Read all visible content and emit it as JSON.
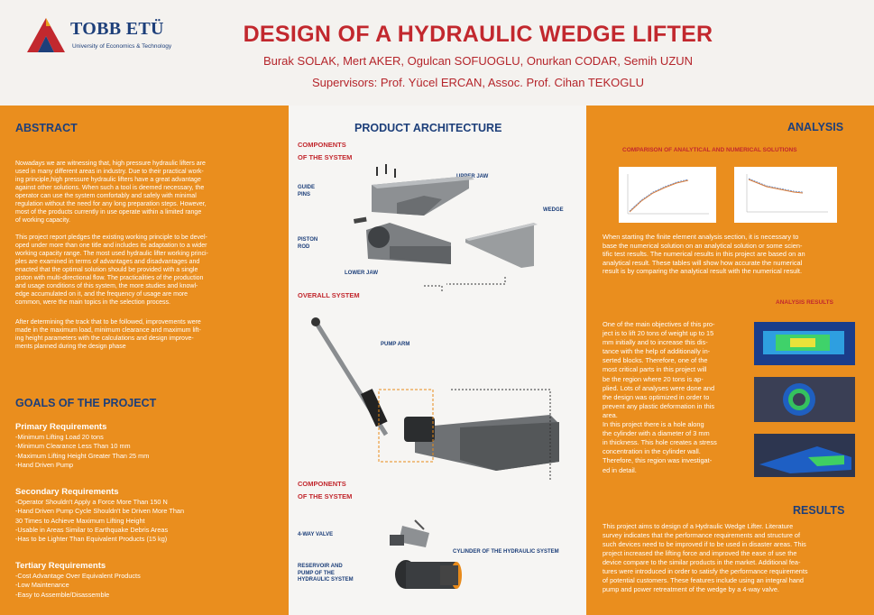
{
  "header": {
    "logo_name": "TOBB ETÜ",
    "logo_subtitle": "University of Economics & Technology",
    "title": "DESIGN OF A HYDRAULIC WEDGE LIFTER",
    "authors": "Burak SOLAK, Mert AKER, Ogulcan SOFUOGLU, Onurkan CODAR, Semih UZUN",
    "supervisors": "Supervisors: Prof. Yücel ERCAN, Assoc. Prof. Cihan TEKOGLU"
  },
  "abstract": {
    "heading": "ABSTRACT",
    "p1_lines": [
      "Nowadays we are witnessing that, high pressure hydraulic lifters are",
      "used in many different areas in industry. Due to their practical work-",
      "ing principle,high pressure hydraulic lifters have a great advantage",
      "against other solutions. When such a tool is deemed necessary, the",
      "operator can use the system comfortably and safely with minimal",
      "regulation without the need for any long preparation steps. However,",
      "most of the products currently in use operate within a limited range",
      "of working capacity."
    ],
    "p2_lines": [
      "This project report pledges the existing working principle to be devel-",
      "oped under more than one title and includes its adaptation to a wider",
      "working capacity range. The most used hydraulic lifter working princi-",
      "ples are examined in terms of advantages and disadvantages and",
      "enacted that the optimal solution should be provided with a single",
      "piston with multi-directional flow. The practicalities of the production",
      "and usage conditions of this system, the more studies and knowl-",
      "edge accumulated on it, and the frequency of usage are more",
      "common, were the main topics in the selection process."
    ],
    "p3_lines": [
      "After determining the track that to be followed, improvements were",
      "made in the maximum load, minimum clearance and maximum lift-",
      "ing height parameters with the calculations and design improve-",
      "ments planned during the design phase"
    ]
  },
  "goals": {
    "heading": "GOALS OF THE PROJECT",
    "primary": {
      "title": "Primary Requirements",
      "items": [
        "-Minimum Lifting Load 20 tons",
        "-Minimum Clearance Less Than 10 mm",
        "-Maximum Lifting Height Greater Than 25 mm",
        "-Hand Driven Pump"
      ]
    },
    "secondary": {
      "title": "Secondary Requirements",
      "items": [
        "-Operator Shouldn't Apply a Force More Than 150 N",
        "-Hand Driven Pump Cycle Shouldn't be Driven More Than",
        "30 Times to Achieve Maximum Lifting Height",
        "-Usable in Areas Similar to Earthquake Debris Areas",
        "-Has to be Lighter Than Equivalent Products (15 kg)"
      ]
    },
    "tertiary": {
      "title": "Tertiary Requirements",
      "items": [
        "-Cost Advantage Over Equivalent Products",
        "-Low Maintenance",
        "-Easy to Assemble/Disassemble"
      ]
    }
  },
  "architecture": {
    "heading": "PRODUCT ARCHITECTURE",
    "components_top": [
      "COMPONENTS",
      "OF THE SYSTEM"
    ],
    "guide_pins": [
      "GUIDE",
      "PINS"
    ],
    "upper_jaw": "UPPER JAW",
    "wedge": "WEDGE",
    "piston_rod": [
      "PISTON",
      "ROD"
    ],
    "lower_jaw": "LOWER JAW",
    "overall_system": "OVERALL SYSTEM",
    "pump_arm": "PUMP ARM",
    "components_bottom": [
      "COMPONENTS",
      "OF THE SYSTEM"
    ],
    "four_way_valve": "4-WAY VALVE",
    "cylinder": "CYLINDER OF THE HYDRAULIC SYSTEM",
    "reservoir": [
      "RESERVOIR AND",
      "PUMP OF THE",
      "HYDRAULIC SYSTEM"
    ]
  },
  "analysis": {
    "heading": "ANALYSIS",
    "comparison_title": "COMPARISON OF ANALYTICAL AND NUMERICAL SOLUTIONS",
    "comparison_lines": [
      "When starting the  finite  element analysis section, it is necessary to",
      "base the numerical solution on an analytical solution or some scien-",
      "tific test results. The numerical results in this project are based on an",
      "analytical result.  These tables will show how accurate the numerical",
      "result is by comparing the analytical result with the numerical result."
    ],
    "results_title": "ANALYSIS RESULTS",
    "results_lines": [
      "One of the main objectives of this pro-",
      "ject is to lift 20 tons of weight up to 15",
      "mm initially and to increase this dis-",
      "tance with the help of additionally in-",
      "serted blocks. Therefore, one of the",
      "most critical parts in this project will",
      "be the region where 20 tons is ap-",
      "plied. Lots of analyses were done and",
      "the design was optimized in order to",
      "prevent any plastic deformation in this",
      "area.",
      " In this project there is a hole along",
      "the cylinder with a diameter of 3 mm",
      "in thickness. This hole creates a stress",
      "concentration in the cylinder wall.",
      "Therefore, this region was investigat-",
      "ed in detail."
    ]
  },
  "results": {
    "heading": "RESULTS",
    "lines": [
      "This project aims to design of a Hydraulic Wedge Lifter. Literature",
      "survey indicates that the performance requirements and structure of",
      "such devices need to be improved if to be used in disaster areas. This",
      "project increased the lifting force and improved the ease of use the",
      "device compare to the similar products in the market. Additional fea-",
      "tures were introduced in order to satisfy the performance requirements",
      "of potential customers. These features include using an integral hand",
      "pump and power retreatment of the wedge by a 4-way valve."
    ]
  },
  "colors": {
    "orange": "#ea8e1e",
    "navy": "#1d3f7a",
    "red": "#c2282e"
  }
}
